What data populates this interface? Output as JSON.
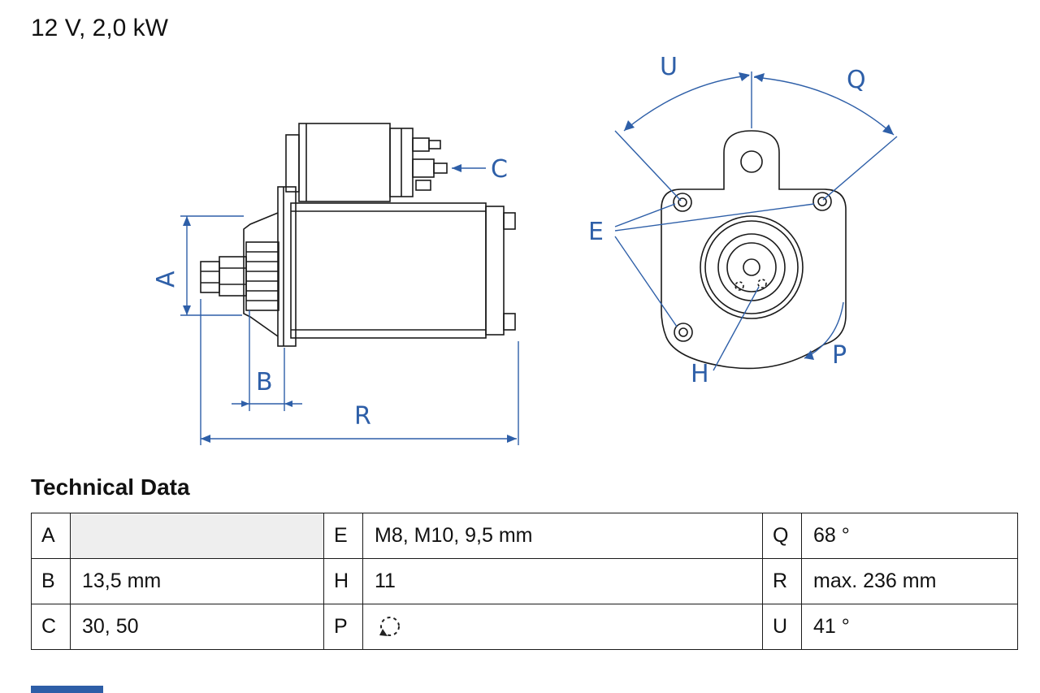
{
  "title": "12 V, 2,0 kW",
  "section": {
    "heading": "Technical Data"
  },
  "diagram": {
    "labels": {
      "A": "A",
      "B": "B",
      "C": "C",
      "R": "R",
      "U": "U",
      "Q": "Q",
      "E": "E",
      "H": "H",
      "P": "P"
    },
    "colors": {
      "dimension": "#2e5fa8",
      "line": "#1a1a1a"
    }
  },
  "table": {
    "rows": [
      {
        "k1": "A",
        "v1": "",
        "k2": "E",
        "v2": "M8, M10, 9,5 mm",
        "k3": "Q",
        "v3": "68 °"
      },
      {
        "k1": "B",
        "v1": "13,5 mm",
        "k2": "H",
        "v2": "11",
        "k3": "R",
        "v3": "max. 236 mm"
      },
      {
        "k1": "C",
        "v1": "30, 50",
        "k2": "P",
        "v2": "",
        "k3": "U",
        "v3": "41 °"
      }
    ],
    "rotation_icon": "counterclockwise-rotation"
  }
}
